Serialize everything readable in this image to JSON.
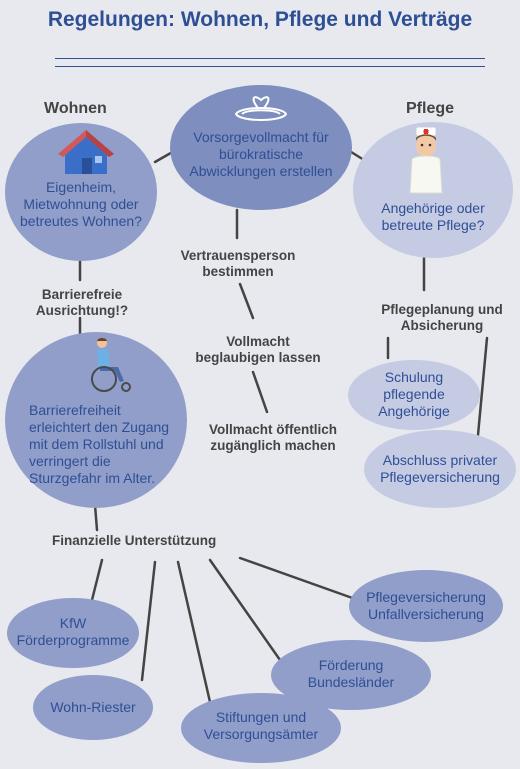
{
  "title": "Regelungen: Wohnen, Pflege und Verträge",
  "sections": {
    "wohnen": "Wohnen",
    "pflege": "Pflege"
  },
  "nodes": {
    "wohnen_question": "Eigenheim, Mietwohnung oder betreutes Wohnen?",
    "vorsorge": "Vorsorgevollmacht für bürokratische Abwicklungen erstellen",
    "pflege_question": "Angehörige oder betreute Pflege?",
    "barrierefreiheit": "Barrierefreiheit erleichtert den Zugang mit dem Rollstuhl und verringert die Sturzgefahr im Alter.",
    "schulung": "Schulung pflegende Angehörige",
    "abschluss": "Abschluss privater Pflegeversicherung",
    "kfw": "KfW Förderprogramme",
    "riester": "Wohn-Riester",
    "stiftungen": "Stiftungen und Versorgungsämter",
    "foerderung": "Förderung Bundesländer",
    "pflegeversicherung": "Pflegeversicherung Unfallversicherung"
  },
  "labels": {
    "barrierefreie": "Barrierefreie Ausrichtung!?",
    "vertrauensperson": "Vertrauensperson bestimmen",
    "beglaubigen": "Vollmacht beglaubigen lassen",
    "oeffentlich": "Vollmacht öffentlich zugänglich machen",
    "pflegeplanung": "Pflegeplanung und Absicherung",
    "finanzielle": "Finanzielle Unterstützung"
  },
  "icons": [
    "house-icon",
    "scroll-icon",
    "nurse-icon",
    "wheelchair-icon"
  ],
  "colors": {
    "background": "#e7e9ee",
    "title": "#2f4f95",
    "node_dark": "#7d8ebf",
    "node_mid": "#909ec9",
    "node_light": "#c4cbe3",
    "lines": "#444444"
  }
}
